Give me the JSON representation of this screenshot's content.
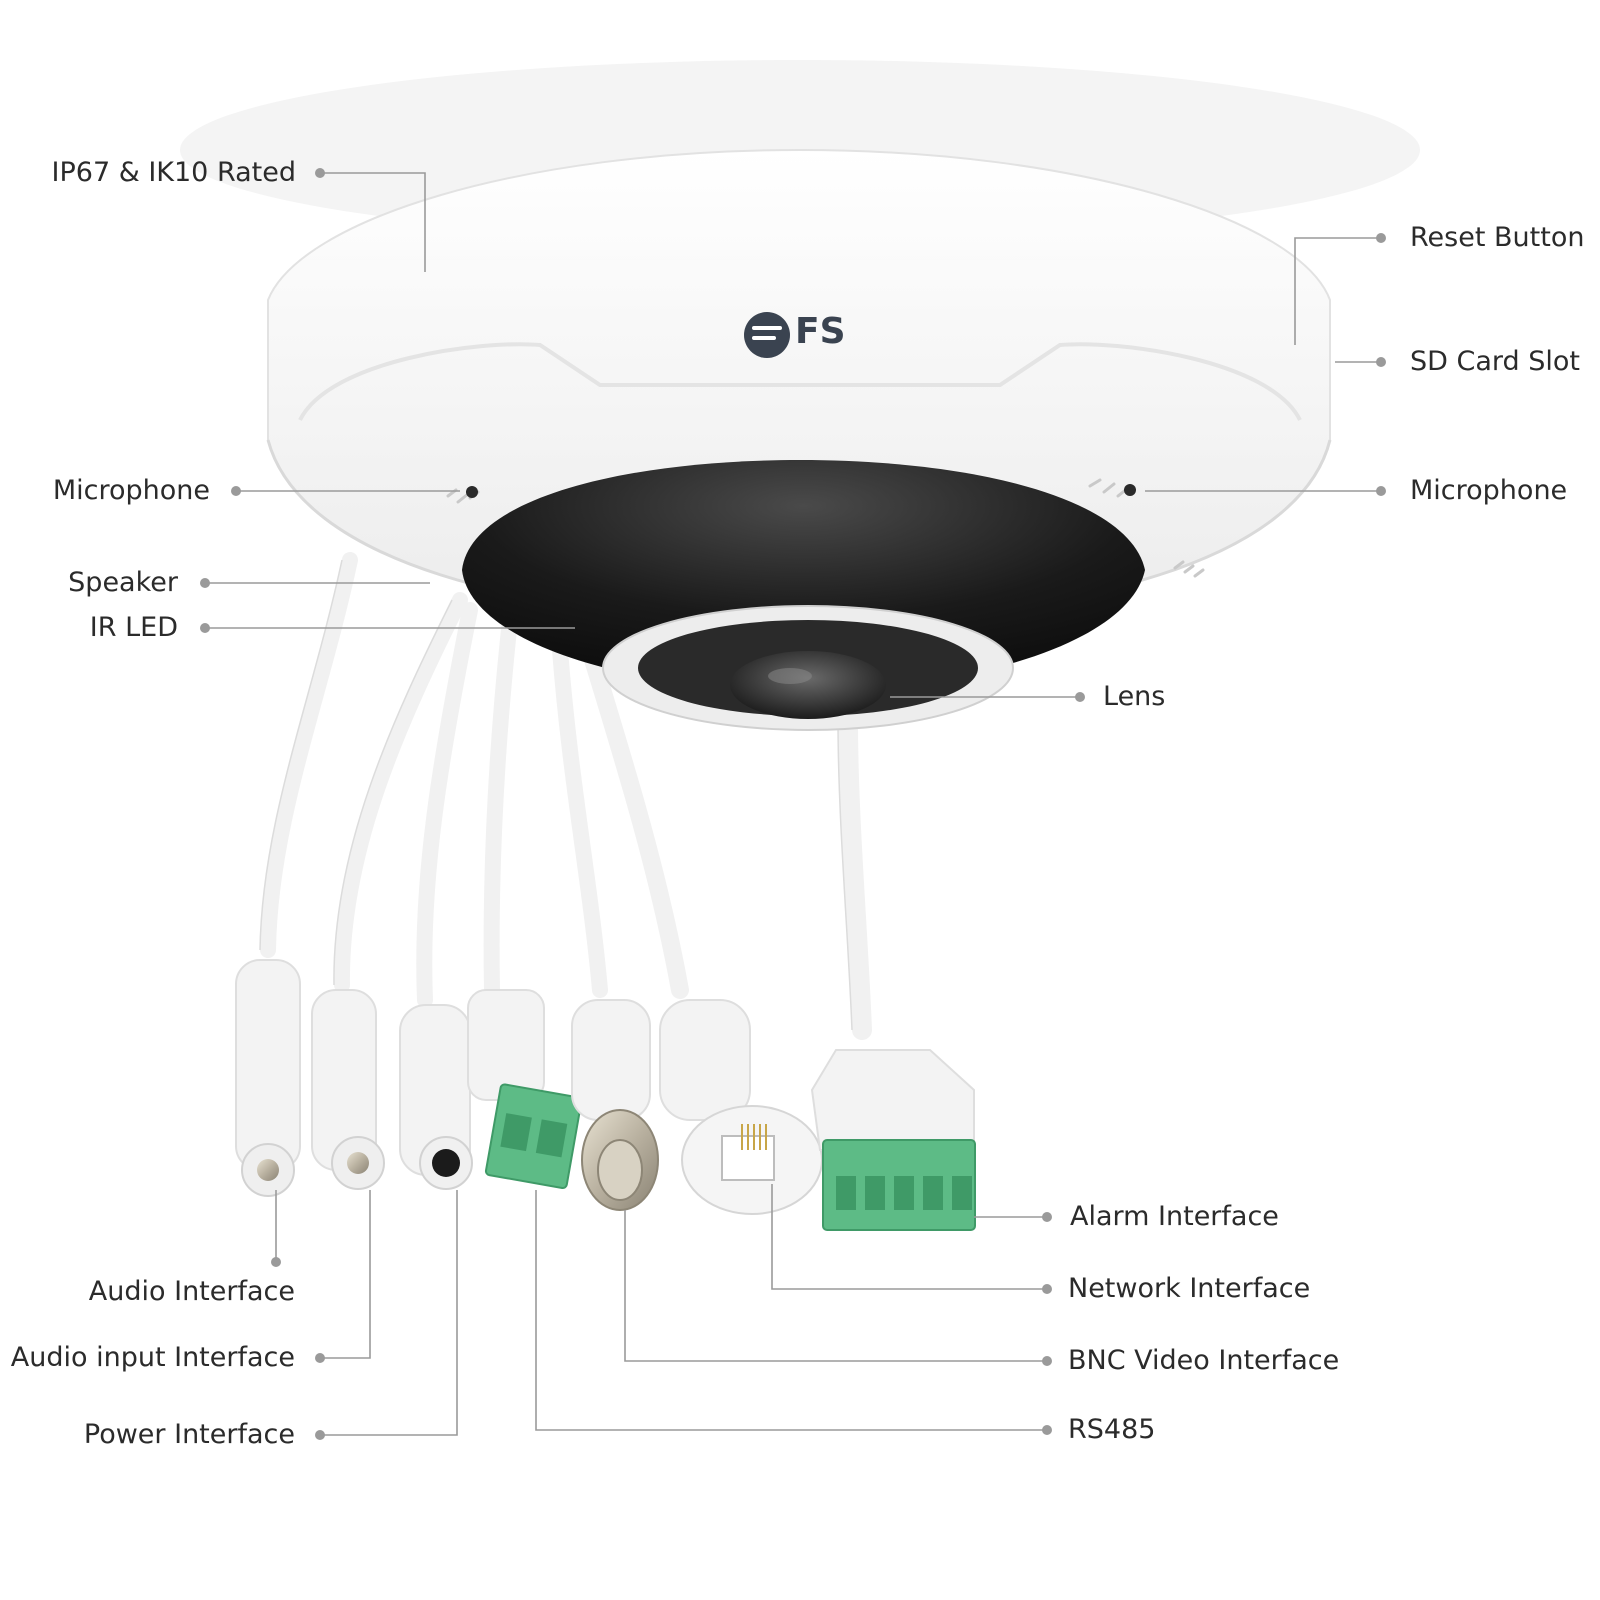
{
  "diagram": {
    "brand_logo_text": "FS",
    "labels": {
      "ip_rating": "IP67 & IK10 Rated",
      "reset_button": "Reset Button",
      "sd_card_slot": "SD Card Slot",
      "microphone_left": "Microphone",
      "microphone_right": "Microphone",
      "speaker": "Speaker",
      "ir_led": "IR LED",
      "lens": "Lens",
      "alarm_interface": "Alarm Interface",
      "network_interface": "Network Interface",
      "bnc_video_interface": "BNC Video Interface",
      "rs485": "RS485",
      "audio_interface": "Audio Interface",
      "audio_input_interface": "Audio input Interface",
      "power_interface": "Power Interface"
    },
    "colors": {
      "leader_line": "#9a9a9a",
      "label_text": "#2b2b2b",
      "housing": "#f6f6f6",
      "dome": "#1e1e1e",
      "terminal_green": "#5dbb86",
      "logo": "#3a4350"
    }
  }
}
